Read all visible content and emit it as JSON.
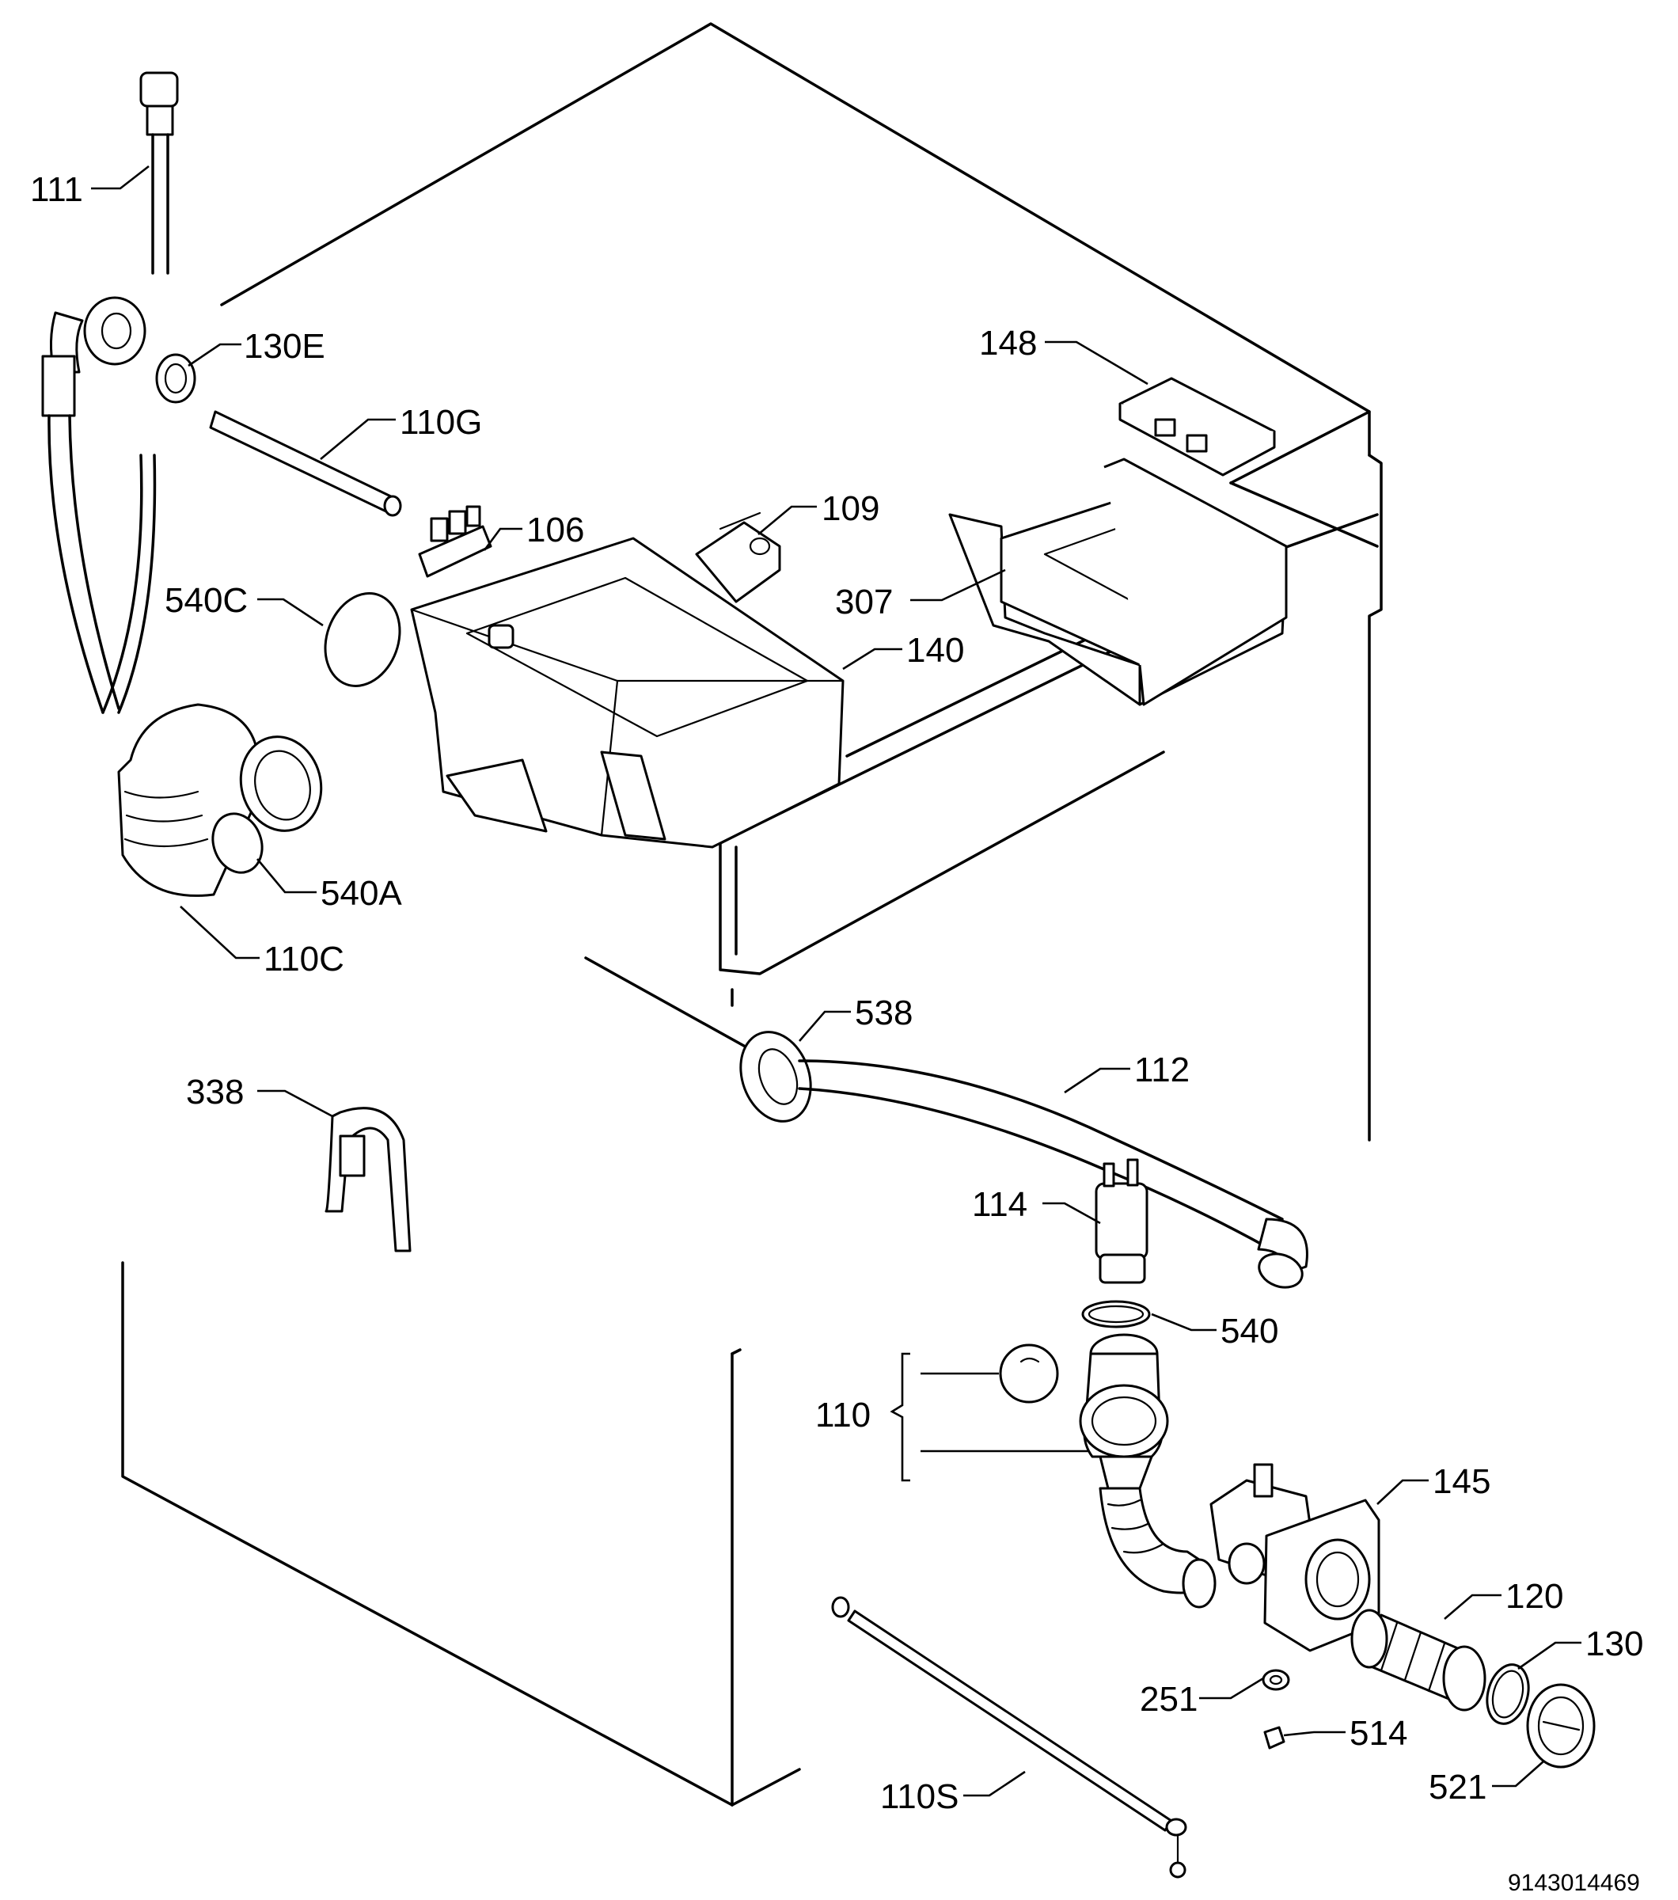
{
  "labels": {
    "l111": "111",
    "l130e": "130E",
    "l110g": "110G",
    "l106": "106",
    "l109": "109",
    "l148": "148",
    "l307": "307",
    "l540c": "540C",
    "l140": "140",
    "l540a": "540A",
    "l110c": "110C",
    "l538": "538",
    "l112": "112",
    "l338": "338",
    "l114": "114",
    "l540": "540",
    "l110": "110",
    "l145": "145",
    "l120": "120",
    "l130": "130",
    "l251": "251",
    "l514": "514",
    "l110s": "110S",
    "l521": "521"
  },
  "document_number": "9143014469"
}
